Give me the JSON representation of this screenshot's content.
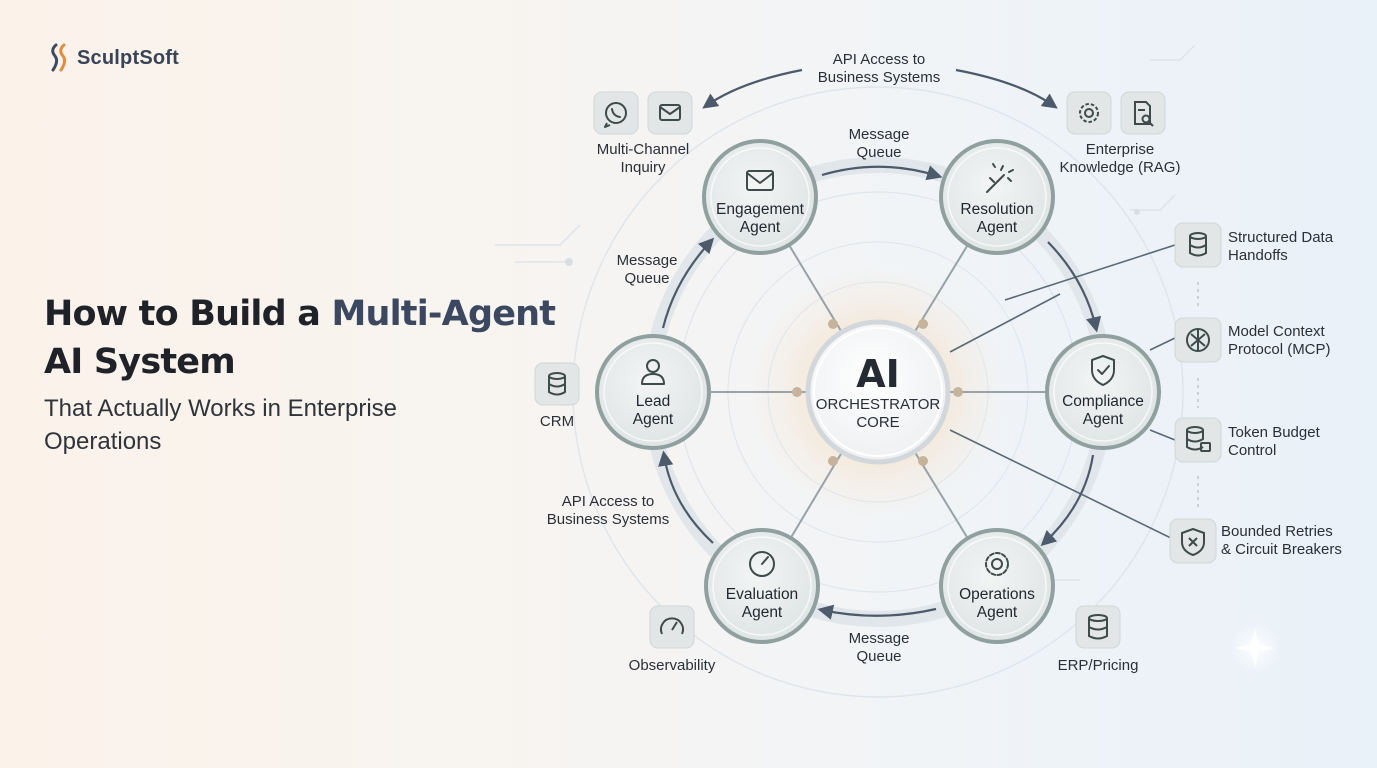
{
  "brand": {
    "name": "SculptSoft"
  },
  "headline": {
    "part1": "How to Build a ",
    "accent": "Multi-Agent",
    "line2": "AI System",
    "sub1": "That Actually Works in Enterprise",
    "sub2": "Operations"
  },
  "core": {
    "title": "AI",
    "line1": "ORCHESTRATOR",
    "line2": "CORE"
  },
  "agents": {
    "engagement": {
      "l1": "Engagement",
      "l2": "Agent"
    },
    "resolution": {
      "l1": "Resolution",
      "l2": "Agent"
    },
    "compliance": {
      "l1": "Compliance",
      "l2": "Agent"
    },
    "operations": {
      "l1": "Operations",
      "l2": "Agent"
    },
    "evaluation": {
      "l1": "Evaluation",
      "l2": "Agent"
    },
    "lead": {
      "l1": "Lead",
      "l2": "Agent"
    }
  },
  "links": {
    "top_api": {
      "l1": "API Access to",
      "l2": "Business Systems"
    },
    "mq_top": {
      "l1": "Message",
      "l2": "Queue"
    },
    "mq_left": {
      "l1": "Message",
      "l2": "Queue"
    },
    "mq_bottom": {
      "l1": "Message",
      "l2": "Queue"
    },
    "left_api": {
      "l1": "API Access to",
      "l2": "Business Systems"
    }
  },
  "integrations": {
    "multichannel": {
      "l1": "Multi-Channel",
      "l2": "Inquiry",
      "icons": [
        "whatsapp-icon",
        "mail-icon"
      ]
    },
    "enterprise": {
      "l1": "Enterprise",
      "l2": "Knowledge (RAG)",
      "icons": [
        "settings-icon",
        "document-search-icon"
      ]
    },
    "crm": {
      "label": "CRM",
      "icon": "database-icon"
    },
    "observability": {
      "label": "Observability",
      "icon": "gauge-icon"
    },
    "erp": {
      "label": "ERP/Pricing",
      "icon": "pricing-database-icon"
    }
  },
  "capabilities": {
    "structured": {
      "l1": "Structured Data",
      "l2": "Handoffs",
      "icon": "database-icon"
    },
    "mcp": {
      "l1": "Model Context",
      "l2": "Protocol (MCP)",
      "icon": "openai-knot-icon"
    },
    "token": {
      "l1": "Token Budget",
      "l2": "Control",
      "icon": "database-lock-icon"
    },
    "retries": {
      "l1": "Bounded Retries",
      "l2": "& Circuit Breakers",
      "icon": "shield-x-icon"
    }
  },
  "colors": {
    "accent": "#3b4860",
    "node_ring": "#8fa09f",
    "node_fill": "#e6eaea",
    "arrow": "#4d5a6b",
    "core_glow": "#f7c48c",
    "icon_stroke": "#3f4b4a",
    "tile_fill": "#e2e6e6"
  }
}
